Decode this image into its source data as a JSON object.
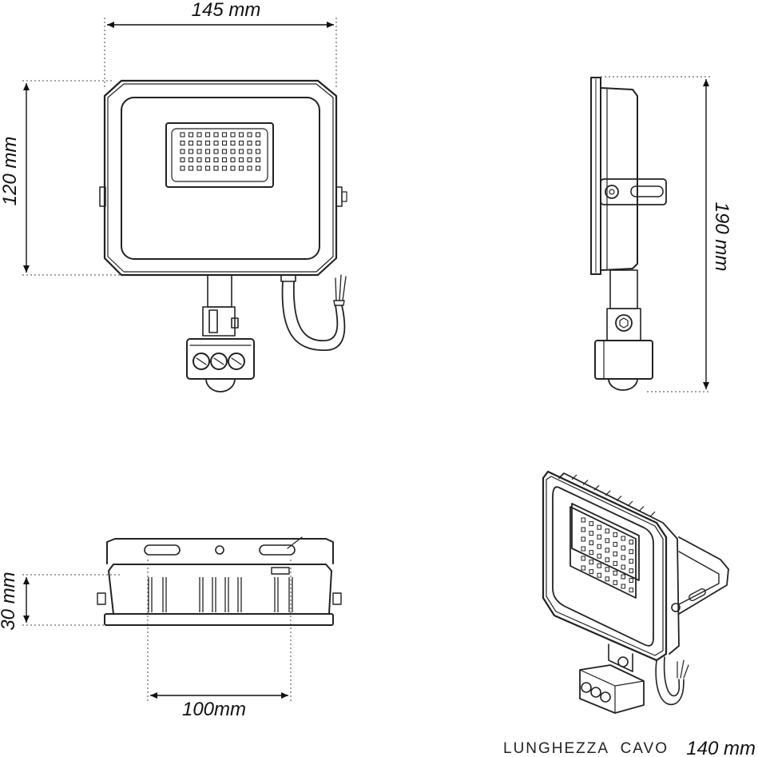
{
  "dimensions": {
    "width": "145 mm",
    "height": "120 mm",
    "total_height": "190 mm",
    "depth": "30 mm",
    "mount_spacing": "100mm"
  },
  "cable": {
    "label": "LUNGHEZZA  CAVO",
    "length": "140 mm"
  }
}
